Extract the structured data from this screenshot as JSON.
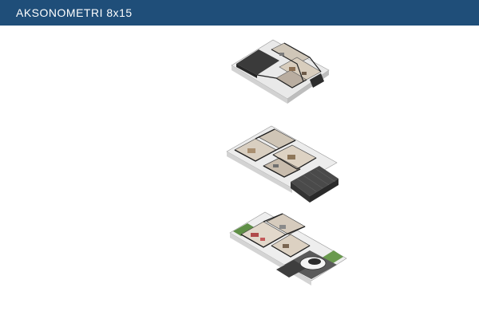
{
  "header": {
    "title": "AKSONOMETRI 8x15",
    "background": "#1f4e79",
    "text_color": "#ffffff"
  },
  "figures": [
    {
      "id": "top",
      "kind": "axonometric-floor-plan",
      "level": "upper-floor-roof"
    },
    {
      "id": "middle",
      "kind": "axonometric-floor-plan",
      "level": "second-floor"
    },
    {
      "id": "bottom",
      "kind": "axonometric-floor-plan",
      "level": "ground-floor"
    }
  ]
}
